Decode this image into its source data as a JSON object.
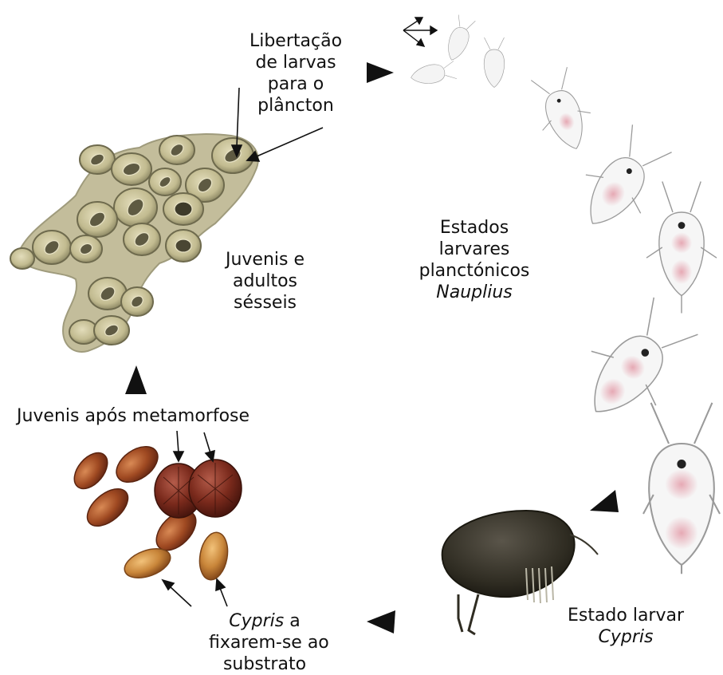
{
  "labels": {
    "release": [
      "Libertação",
      "de larvas",
      "para o",
      "plâncton"
    ],
    "adults": [
      "Juvenis e",
      "adultos",
      "sésseis"
    ],
    "nauplius": [
      "Estados",
      "larvares",
      "planctónicos",
      "Nauplius"
    ],
    "juveniles": "Juvenis após metamorfose",
    "cypris_settle": [
      "Cypris",
      " a",
      "fixarem-se ao",
      "substrato"
    ],
    "cypris_stage": [
      "Estado larvar",
      "Cypris"
    ]
  },
  "colors": {
    "barnacle_fill": "#c9c39a",
    "barnacle_dark": "#6e6a4d",
    "cypris_fill": "#9a4a26",
    "juvenile_fill": "#7a2a1c",
    "nauplius_line": "#9a9a9a",
    "nauplius_pink": "#e6a9b4",
    "cypris_body": "#2f2c22",
    "arrow": "#111111"
  }
}
